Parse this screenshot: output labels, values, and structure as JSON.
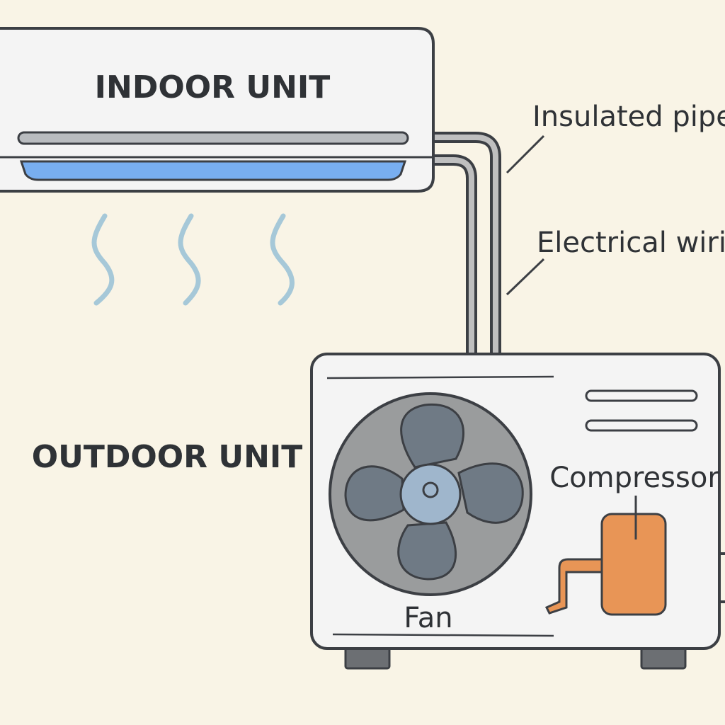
{
  "labels": {
    "indoor_unit": "INDOOR UNIT",
    "outdoor_unit": "OUTDOOR UNIT",
    "insulated_pipe": "Insulated pipe",
    "electrical_wiring": "Electrical wiring",
    "compressor": "Compressor",
    "fan": "Fan"
  },
  "colors": {
    "background": "#f9f4e6",
    "unit_body": "#f4f4f4",
    "outline": "#3c3f44",
    "air_vent_blue": "#78aef0",
    "airflow_blue": "#a6c8d8",
    "pipe": "#bfbfbf",
    "fan_housing": "#9a9c9d",
    "fan_blade": "#6f7a85",
    "fan_hub": "#9fb6cc",
    "compressor": "#e89556",
    "feet": "#6c6f73"
  },
  "icons": [
    "fan-icon",
    "compressor-icon",
    "airflow-wave-icon"
  ]
}
